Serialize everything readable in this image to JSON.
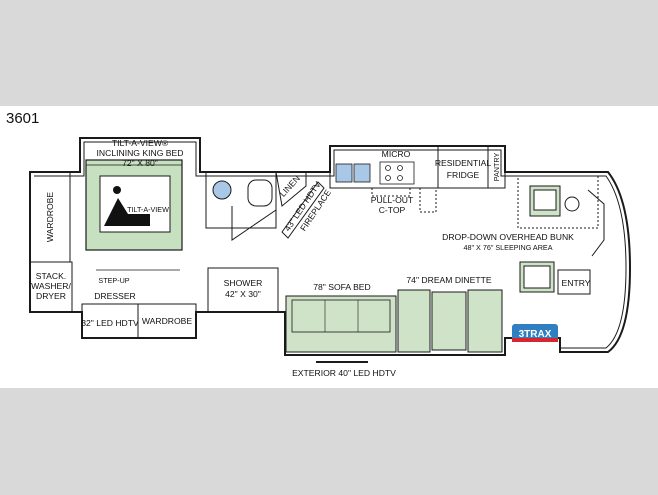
{
  "floorplan": {
    "model_number": "3601",
    "labels": {
      "bed_title": "TILT-A-VIEW®",
      "bed_line2": "INCLINING KING BED",
      "bed_size": "72\" X 80\"",
      "bed_logo": "TILT-A-VIEW",
      "wardrobe_rear": "WARDROBE",
      "step_up": "STEP-UP",
      "stack_washer_dryer_1": "STACK.",
      "stack_washer_dryer_2": "WASHER/",
      "stack_washer_dryer_3": "DRYER",
      "dresser": "DRESSER",
      "led_hdtv_32": "32\" LED HDTV",
      "wardrobe_side": "WARDROBE",
      "shower_1": "SHOWER",
      "shower_2": "42\" X 30\"",
      "linen": "LINEN",
      "fireplace_1": "43\" LED HDTV",
      "fireplace_2": "FIREPLACE",
      "micro": "MICRO",
      "pull_out_1": "PULL-OUT",
      "pull_out_2": "C-TOP",
      "fridge_1": "RESIDENTIAL",
      "fridge_2": "FRIDGE",
      "pantry": "PANTRY",
      "bunk_1": "DROP-DOWN OVERHEAD BUNK",
      "bunk_2": "48\" X 76\" SLEEPING AREA",
      "entry": "ENTRY",
      "sofa": "78\" SOFA BED",
      "dinette": "74\" DREAM DINETTE",
      "exterior_tv": "EXTERIOR 40\" LED HDTV",
      "badge": "3TRAX"
    }
  },
  "colors": {
    "band": "#d9d9d9",
    "furniture_green": "#cfe3c8",
    "bed_green": "#c7e0bf",
    "sink_blue": "#a9c7e6",
    "badge_blue": "#2f7fc1",
    "badge_red": "#d8262e",
    "outline": "#1a1a1a"
  }
}
